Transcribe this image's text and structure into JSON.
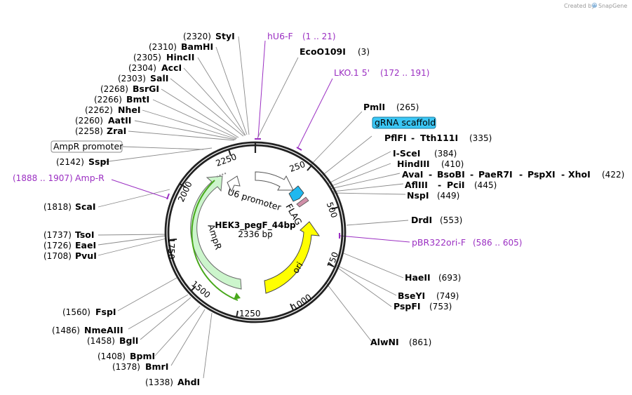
{
  "credit": {
    "prefix": "Created by",
    "brand": "SnapGene"
  },
  "plasmid": {
    "name": "HEK3_pegF_44bp",
    "size": "2336 bp"
  },
  "colors": {
    "primer": "#9b2fc2",
    "ori": "#ffff00",
    "ampr": "#ccf5cc",
    "ampr_primer_arrow": "#48a81b",
    "gRNA_scaffold": "#3bc7f5",
    "flag": "#d08fa8",
    "cyan_feature": "#1fb8ef"
  },
  "ticks": [
    "250",
    "500",
    "750",
    "1000",
    "1250",
    "1500",
    "1750",
    "2000",
    "2250"
  ],
  "features": {
    "u6_promoter": "U6 promoter",
    "flag": "FLAG",
    "ori": "ori",
    "ampr": "AmpR"
  },
  "callout_boxes": {
    "gRNA_scaffold": "gRNA scaffold",
    "ampr_promoter": "AmpR promoter"
  },
  "primers": [
    {
      "name": "hU6-F",
      "range": "(1 .. 21)"
    },
    {
      "name": "LKO.1 5'",
      "range": "(172 .. 191)"
    },
    {
      "name": "pBR322ori-F",
      "range": "(586 .. 605)"
    },
    {
      "name": "Amp-R",
      "range": "(1888 .. 1907)"
    }
  ],
  "sites_right": [
    {
      "name": "EcoO109I",
      "pos": "(3)"
    },
    {
      "name": "PmlI",
      "pos": "(265)"
    },
    {
      "name": "PflFI",
      "sep": "-",
      "name2": "Tth111I",
      "pos": "(335)"
    },
    {
      "name": "I-SceI",
      "pos": "(384)"
    },
    {
      "name": "HindIII",
      "pos": "(410)"
    },
    {
      "name": "AvaI",
      "name2": "BsoBI",
      "name3": "PaeR7I",
      "name4": "PspXI",
      "name5": "XhoI",
      "pos": "(422)"
    },
    {
      "name": "AflIII",
      "name2": "PciI",
      "pos": "(445)"
    },
    {
      "name": "NspI",
      "pos": "(449)"
    },
    {
      "name": "DrdI",
      "pos": "(553)"
    },
    {
      "name": "HaeII",
      "pos": "(693)"
    },
    {
      "name": "BseYI",
      "pos": "(749)"
    },
    {
      "name": "PspFI",
      "pos": "(753)"
    },
    {
      "name": "AlwNI",
      "pos": "(861)"
    }
  ],
  "sites_left": [
    {
      "name": "StyI",
      "pos": "(2320)"
    },
    {
      "name": "BamHI",
      "pos": "(2310)"
    },
    {
      "name": "HincII",
      "pos": "(2305)"
    },
    {
      "name": "AccI",
      "pos": "(2304)"
    },
    {
      "name": "SalI",
      "pos": "(2303)"
    },
    {
      "name": "BsrGI",
      "pos": "(2268)"
    },
    {
      "name": "BmtI",
      "pos": "(2266)"
    },
    {
      "name": "NheI",
      "pos": "(2262)"
    },
    {
      "name": "AatII",
      "pos": "(2260)"
    },
    {
      "name": "ZraI",
      "pos": "(2258)"
    },
    {
      "name": "SspI",
      "pos": "(2142)"
    },
    {
      "name": "ScaI",
      "pos": "(1818)"
    },
    {
      "name": "TsoI",
      "pos": "(1737)"
    },
    {
      "name": "EaeI",
      "pos": "(1726)"
    },
    {
      "name": "PvuI",
      "pos": "(1708)"
    },
    {
      "name": "FspI",
      "pos": "(1560)"
    },
    {
      "name": "NmeAIII",
      "pos": "(1486)"
    },
    {
      "name": "BglI",
      "pos": "(1458)"
    },
    {
      "name": "BpmI",
      "pos": "(1408)"
    },
    {
      "name": "BmrI",
      "pos": "(1378)"
    },
    {
      "name": "AhdI",
      "pos": "(1338)"
    }
  ]
}
